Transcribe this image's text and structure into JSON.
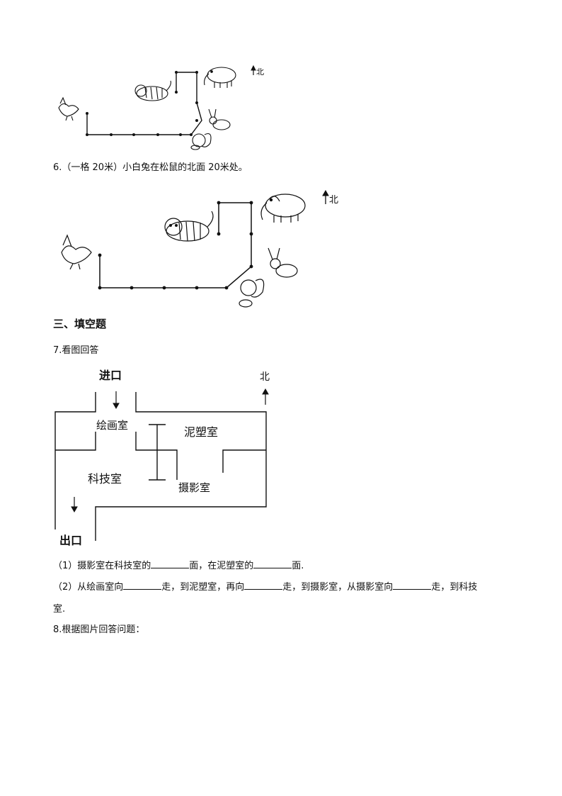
{
  "north_label": "北",
  "q6": {
    "text": "6.（一格 20米）小白兔在松鼠的北面 20米处。"
  },
  "section3": {
    "title": "三、填空题"
  },
  "q7": {
    "title": "7.看图回答",
    "map": {
      "entrance": "进口",
      "exit": "出口",
      "north": "北",
      "rooms": [
        "绘画室",
        "泥塑室",
        "科技室",
        "摄影室"
      ]
    },
    "sub1": {
      "a": "（1）摄影室在科技室的",
      "b": "面，在泥塑室的",
      "c": "面."
    },
    "sub2": {
      "a": "（2）从绘画室向",
      "b": "走，到泥塑室，再向",
      "c": "走，到摄影室，从摄影室向",
      "d": "走，到科技",
      "e": "室."
    }
  },
  "q8": {
    "title": "8.根据图片回答问题："
  }
}
